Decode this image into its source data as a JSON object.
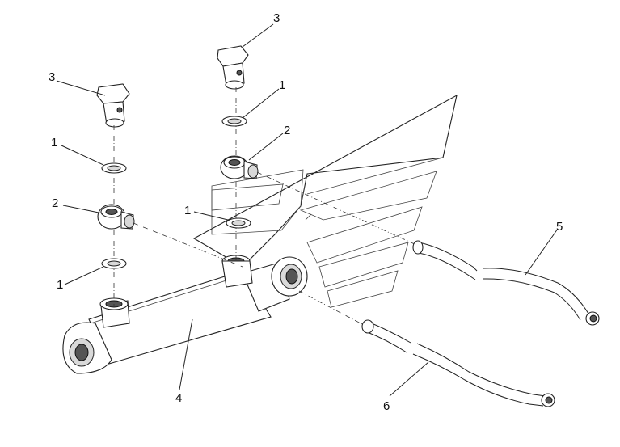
{
  "callouts": [
    {
      "id": "c-1a",
      "text": "1"
    },
    {
      "id": "c-1b",
      "text": "1"
    },
    {
      "id": "c-1c",
      "text": "1"
    },
    {
      "id": "c-1d",
      "text": "1"
    },
    {
      "id": "c-2a",
      "text": "2"
    },
    {
      "id": "c-2b",
      "text": "2"
    },
    {
      "id": "c-3a",
      "text": "3"
    },
    {
      "id": "c-3b",
      "text": "3"
    },
    {
      "id": "c-4",
      "text": "4"
    },
    {
      "id": "c-5",
      "text": "5"
    },
    {
      "id": "c-6",
      "text": "6"
    }
  ],
  "parts": [
    {
      "number": "1",
      "icon": "washer-icon"
    },
    {
      "number": "2",
      "icon": "banjo-fitting-icon"
    },
    {
      "number": "3",
      "icon": "banjo-bolt-icon"
    },
    {
      "number": "4",
      "icon": "hydraulic-cylinder-icon"
    },
    {
      "number": "5",
      "icon": "hose-icon"
    },
    {
      "number": "6",
      "icon": "hose-icon"
    }
  ]
}
